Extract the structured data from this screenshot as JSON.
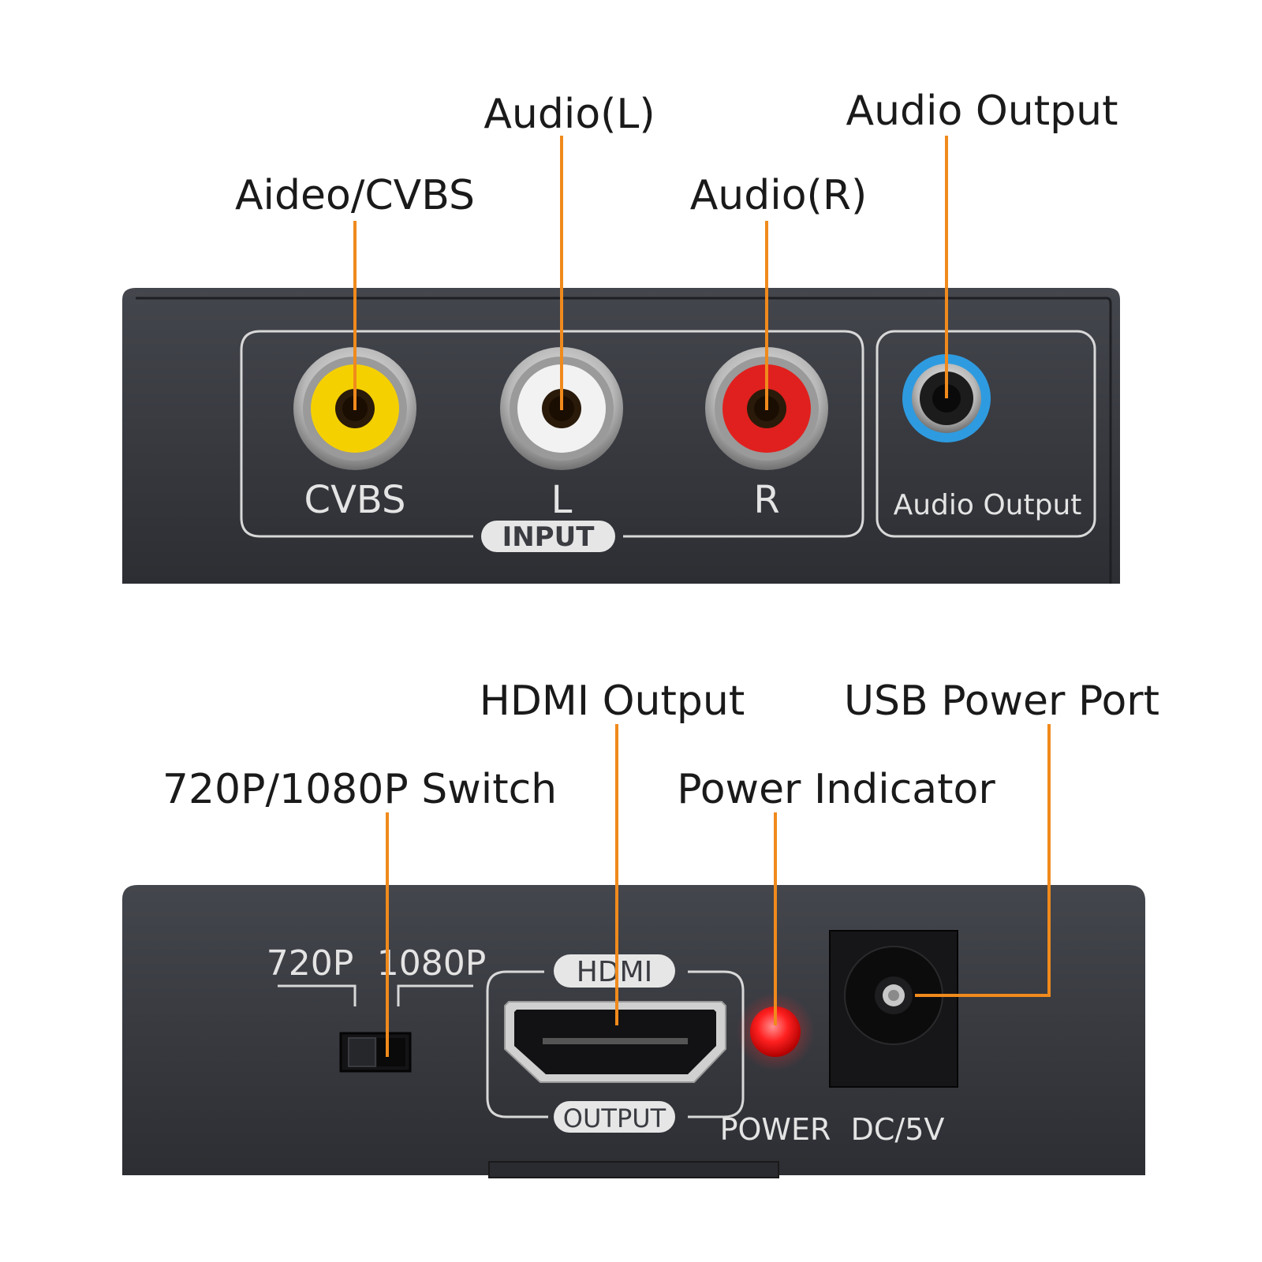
{
  "callouts": {
    "video_cvbs": "Aideo/CVBS",
    "audio_l": "Audio(L)",
    "audio_r": "Audio(R)",
    "audio_output": "Audio Output",
    "switch": "720P/1080P Switch",
    "hdmi_output": "HDMI Output",
    "power_indicator": "Power Indicator",
    "usb_power_port": "USB Power Port"
  },
  "front_panel": {
    "cvbs_label": "CVBS",
    "l_label": "L",
    "r_label": "R",
    "input_badge": "INPUT",
    "audio_output_label": "Audio Output"
  },
  "back_panel": {
    "switch_720": "720P",
    "switch_1080": "1080P",
    "hdmi_badge": "HDMI",
    "output_badge": "OUTPUT",
    "power_label": "POWER",
    "dc_label": "DC/5V"
  },
  "colors": {
    "leader_line": "#f08a1c",
    "panel_dark": "#35373d",
    "rca_yellow": "#f5d000",
    "rca_white": "#f2f2f2",
    "rca_red": "#e0201e",
    "jack_blue": "#2e9be0",
    "led_red": "#ff2020"
  }
}
